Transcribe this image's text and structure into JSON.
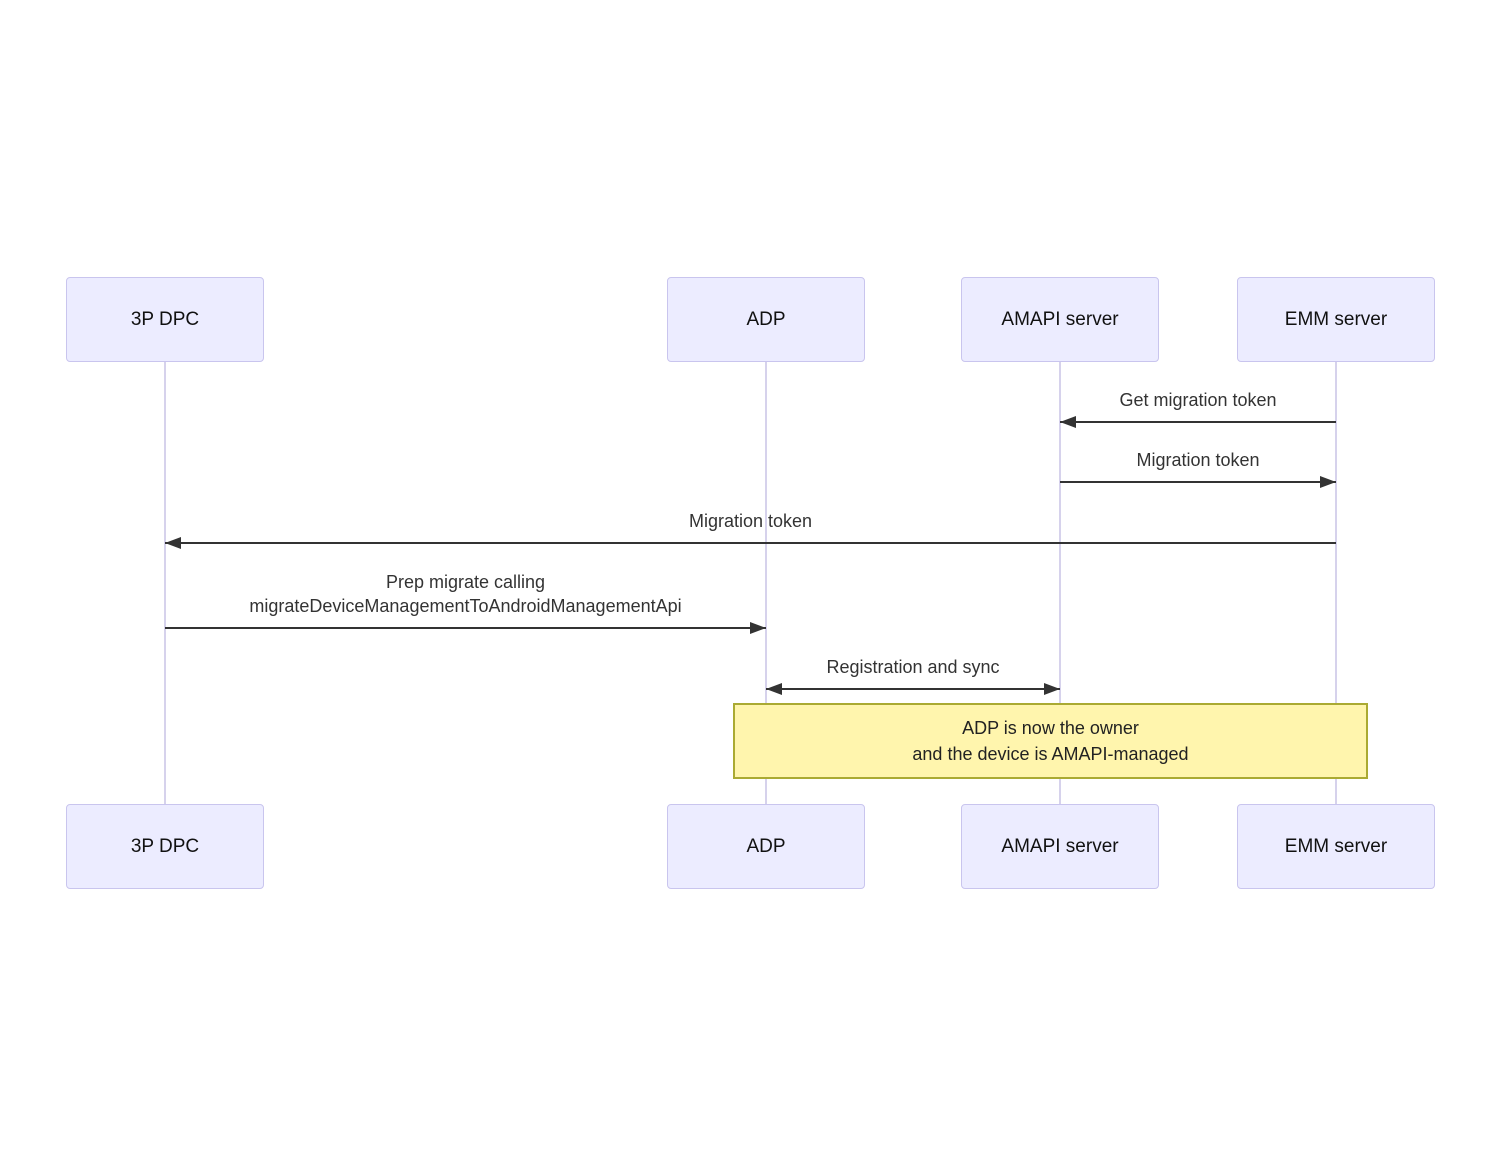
{
  "diagram": {
    "type": "sequence-diagram",
    "colors": {
      "actor_fill": "#ECECFF",
      "actor_border": "#C9C5EE",
      "lifeline": "#D6D2EC",
      "arrow": "#333333",
      "text": "#333333",
      "note_fill": "#FFF5AD",
      "note_border": "#AAAA33"
    },
    "actors": [
      {
        "label": "3P DPC"
      },
      {
        "label": "ADP"
      },
      {
        "label": "AMAPI server"
      },
      {
        "label": "EMM server"
      }
    ],
    "messages": [
      {
        "label": "Get migration token",
        "from": "EMM server",
        "to": "AMAPI server",
        "direction": "left"
      },
      {
        "label": "Migration token",
        "from": "AMAPI server",
        "to": "EMM server",
        "direction": "right"
      },
      {
        "label": "Migration token",
        "from": "EMM server",
        "to": "3P DPC",
        "direction": "left"
      },
      {
        "label_lines": [
          "Prep migrate calling",
          "migrateDeviceManagementToAndroidManagementApi"
        ],
        "from": "3P DPC",
        "to": "ADP",
        "direction": "right"
      },
      {
        "label": "Registration and sync",
        "from": "ADP",
        "to": "AMAPI server",
        "direction": "both"
      }
    ],
    "note": {
      "lines": [
        "ADP is now the owner",
        "and the device is AMAPI-managed"
      ],
      "over": [
        "ADP",
        "EMM server"
      ]
    }
  }
}
